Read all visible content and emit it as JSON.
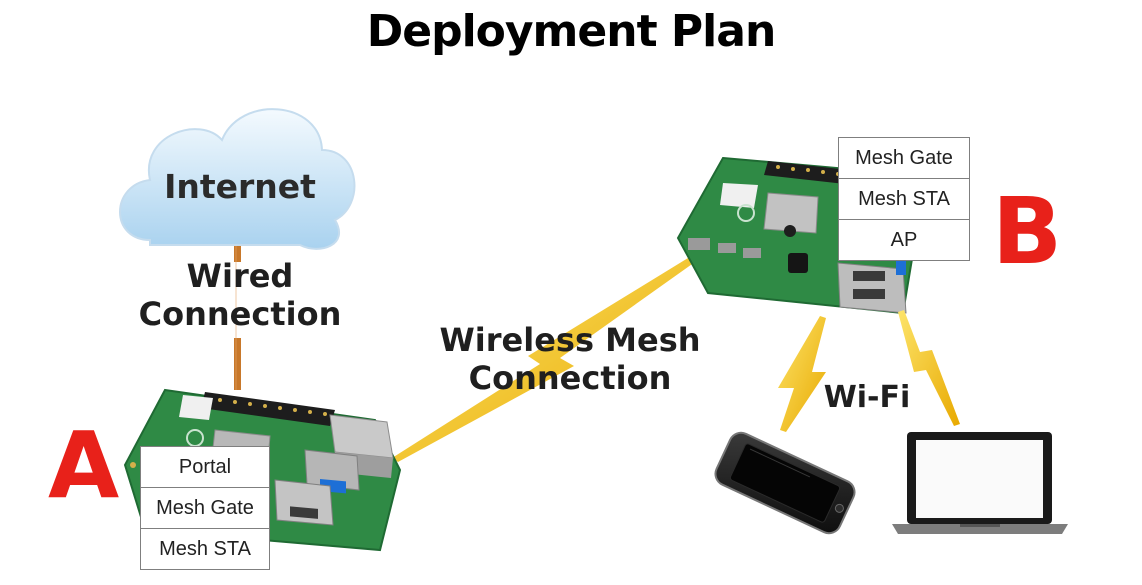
{
  "title": "Deployment Plan",
  "cloud_label": "Internet",
  "wired_label": [
    "Wired",
    "Connection"
  ],
  "mesh_label": [
    "Wireless Mesh",
    "Connection"
  ],
  "wifi_label": "Wi-Fi",
  "node_a": {
    "letter": "A",
    "roles": [
      "Portal",
      "Mesh Gate",
      "Mesh STA"
    ]
  },
  "node_b": {
    "letter": "B",
    "roles": [
      "Mesh Gate",
      "Mesh STA",
      "AP"
    ]
  },
  "colors": {
    "node_letter": "#e8211a",
    "lightning": "#f5c400",
    "cable": "#c8782a",
    "cloud": "#cfe6f8",
    "board": "#2f8a45"
  }
}
